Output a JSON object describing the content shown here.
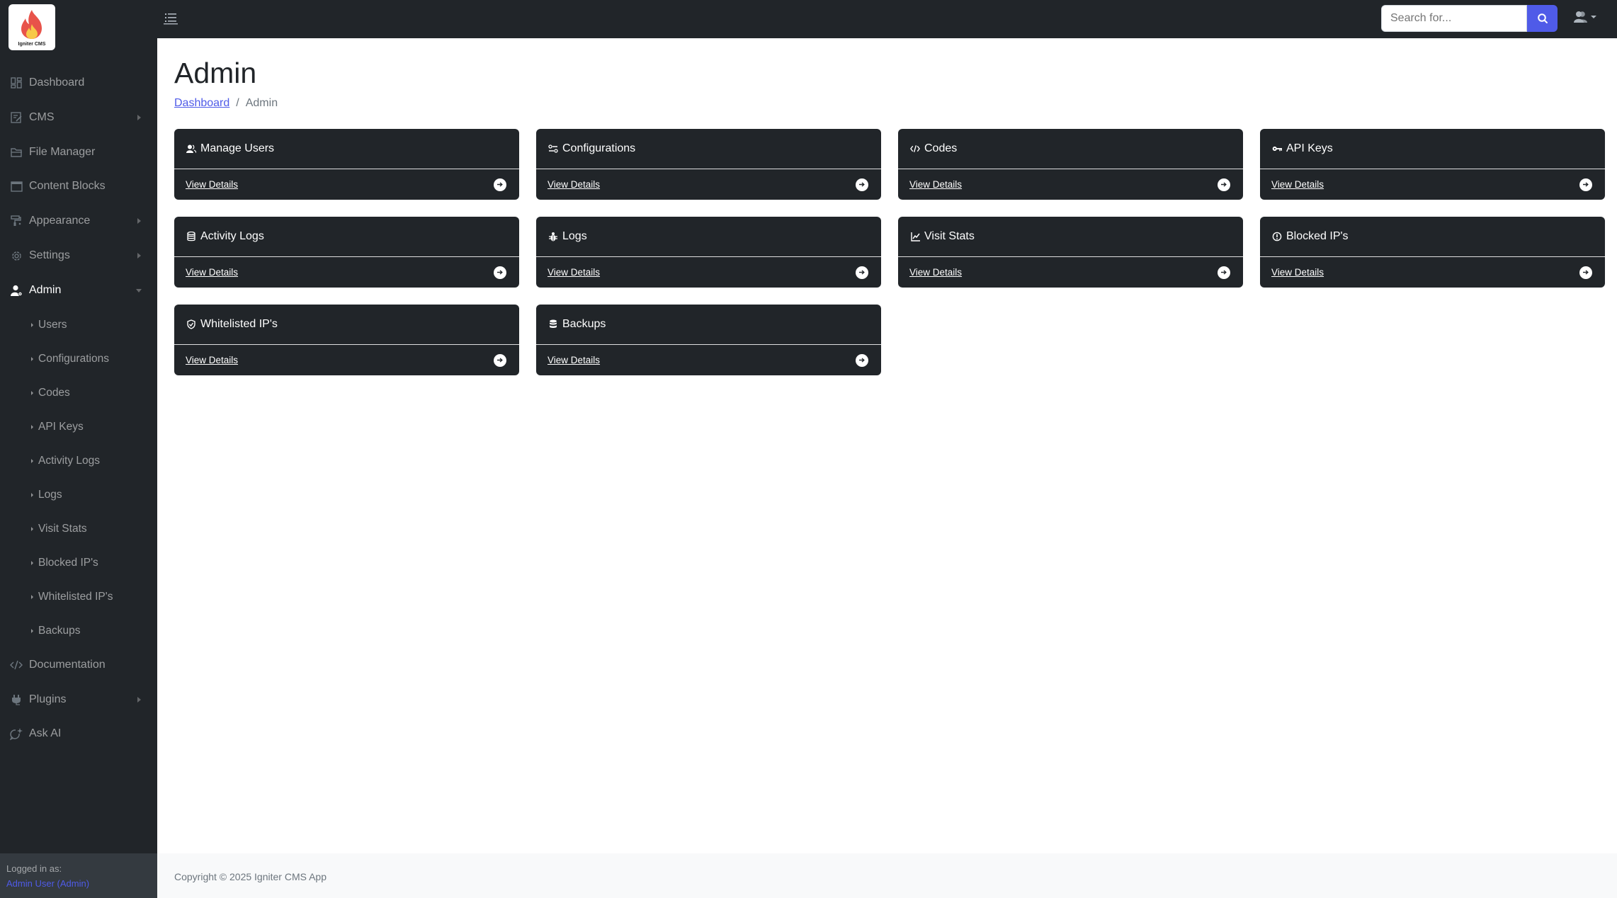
{
  "brand": {
    "name": "Igniter CMS"
  },
  "topnav": {
    "search": {
      "placeholder": "Search for...",
      "value": ""
    },
    "search_icon": "search-icon",
    "user_icon": "users-icon"
  },
  "sidebar": {
    "items": [
      {
        "label": "Dashboard",
        "icon": "dashboard-icon",
        "has_submenu": false
      },
      {
        "label": "CMS",
        "icon": "edit-icon",
        "has_submenu": true
      },
      {
        "label": "File Manager",
        "icon": "folder-icon",
        "has_submenu": false
      },
      {
        "label": "Content Blocks",
        "icon": "window-icon",
        "has_submenu": false
      },
      {
        "label": "Appearance",
        "icon": "paint-roller-icon",
        "has_submenu": true
      },
      {
        "label": "Settings",
        "icon": "gear-icon",
        "has_submenu": true
      },
      {
        "label": "Admin",
        "icon": "user-gear-icon",
        "has_submenu": true,
        "expanded": true,
        "active": true
      },
      {
        "label": "Documentation",
        "icon": "code-icon",
        "has_submenu": false
      },
      {
        "label": "Plugins",
        "icon": "plug-icon",
        "has_submenu": true
      },
      {
        "label": "Ask AI",
        "icon": "chat-sparkle-icon",
        "has_submenu": false
      }
    ],
    "admin_subitems": [
      {
        "label": "Users"
      },
      {
        "label": "Configurations"
      },
      {
        "label": "Codes"
      },
      {
        "label": "API Keys"
      },
      {
        "label": "Activity Logs"
      },
      {
        "label": "Logs"
      },
      {
        "label": "Visit Stats"
      },
      {
        "label": "Blocked IP's"
      },
      {
        "label": "Whitelisted IP's"
      },
      {
        "label": "Backups"
      }
    ],
    "footer": {
      "logged_in_label": "Logged in as:",
      "user": "Admin User (Admin)"
    }
  },
  "main": {
    "title": "Admin",
    "breadcrumb": [
      {
        "label": "Dashboard",
        "link": true
      },
      {
        "label": "/"
      },
      {
        "label": "Admin",
        "link": false
      }
    ],
    "cards": [
      {
        "title": "Manage Users",
        "icon": "users-icon",
        "link": "View Details"
      },
      {
        "title": "Configurations",
        "icon": "sliders-icon",
        "link": "View Details"
      },
      {
        "title": "Codes",
        "icon": "code-icon",
        "link": "View Details"
      },
      {
        "title": "API Keys",
        "icon": "key-icon",
        "link": "View Details"
      },
      {
        "title": "Activity Logs",
        "icon": "database-icon",
        "link": "View Details"
      },
      {
        "title": "Logs",
        "icon": "bug-icon",
        "link": "View Details"
      },
      {
        "title": "Visit Stats",
        "icon": "chart-line-icon",
        "link": "View Details"
      },
      {
        "title": "Blocked IP's",
        "icon": "alert-circle-icon",
        "link": "View Details"
      },
      {
        "title": "Whitelisted IP's",
        "icon": "shield-check-icon",
        "link": "View Details"
      },
      {
        "title": "Backups",
        "icon": "database-icon",
        "link": "View Details"
      }
    ]
  },
  "footer": {
    "copyright": "Copyright © 2025 Igniter CMS App"
  },
  "colors": {
    "dark": "#212529",
    "accent": "#4f5be8",
    "footer_bg": "#f8f9fa",
    "sidebar_footer_bg": "#343a40"
  }
}
